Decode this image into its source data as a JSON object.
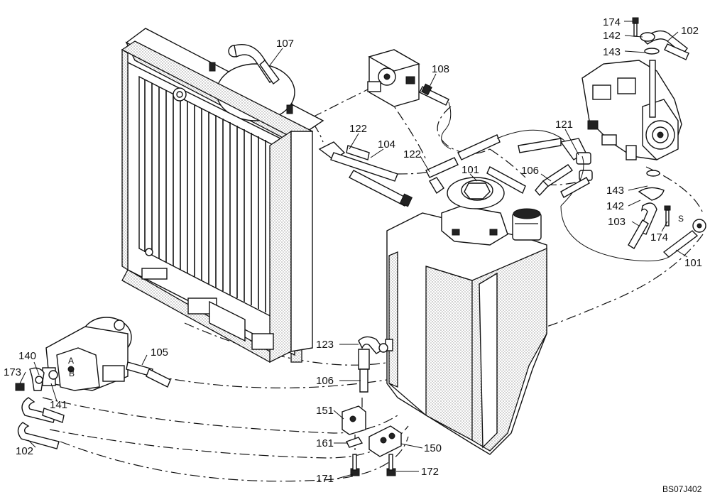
{
  "drawing_code": "BS07J402",
  "callouts": {
    "c107": "107",
    "c108": "108",
    "c122a": "122",
    "c104": "104",
    "c122b": "122",
    "c101a": "101",
    "c106a": "106",
    "c121": "121",
    "c174a": "174",
    "c142a": "142",
    "c102a": "102",
    "c143a": "143",
    "c143b": "143",
    "c142b": "142",
    "c103": "103",
    "c174b": "174",
    "c101b": "101",
    "c123": "123",
    "c106b": "106",
    "c140": "140",
    "c105": "105",
    "c173": "173",
    "c141": "141",
    "c102b": "102",
    "c151": "151",
    "c161": "161",
    "c150": "150",
    "c171": "171",
    "c172": "172"
  },
  "port_letters": {
    "a": "A",
    "b": "B",
    "s": "S"
  }
}
